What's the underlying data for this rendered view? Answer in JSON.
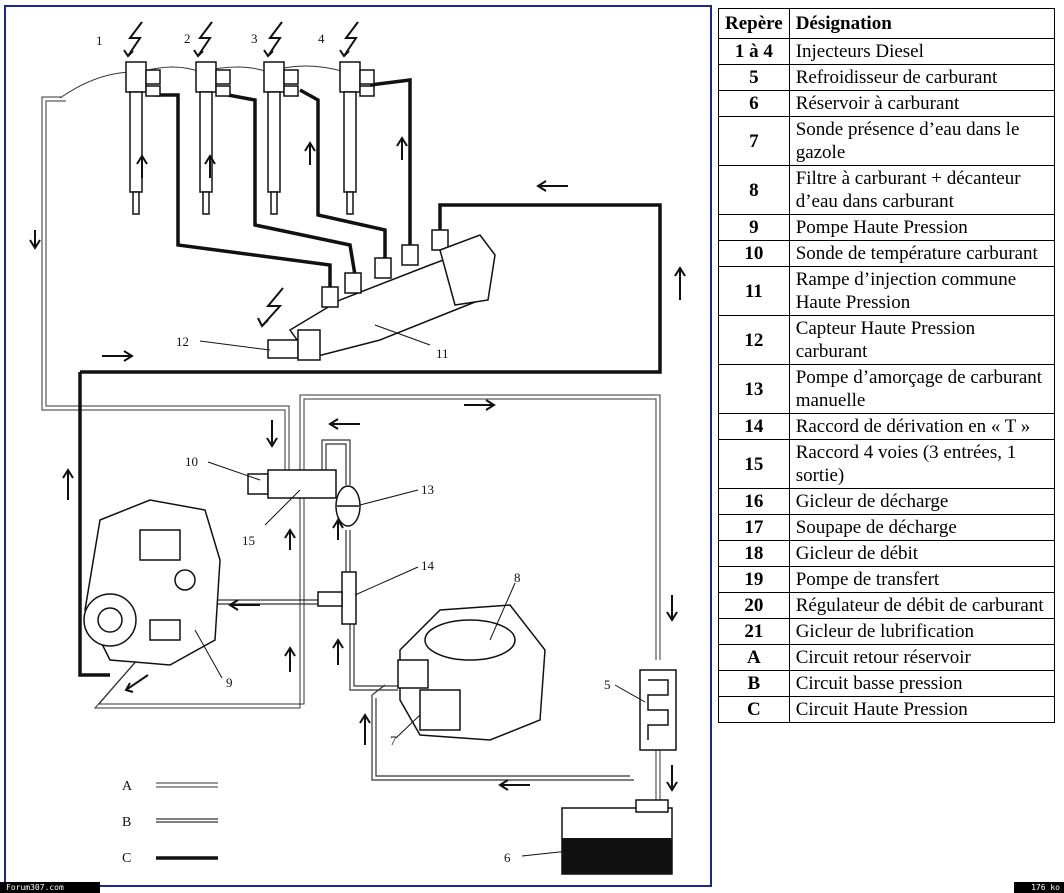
{
  "table": {
    "header": {
      "ref": "Repère",
      "designation": "Désignation"
    },
    "rows": [
      {
        "ref": "1 à 4",
        "designation": "Injecteurs Diesel"
      },
      {
        "ref": "5",
        "designation": "Refroidisseur de carburant"
      },
      {
        "ref": "6",
        "designation": "Réservoir à carburant"
      },
      {
        "ref": "7",
        "designation": "Sonde présence d’eau dans le gazole"
      },
      {
        "ref": "8",
        "designation": "Filtre à carburant + décanteur d’eau dans carburant"
      },
      {
        "ref": "9",
        "designation": "Pompe Haute Pression"
      },
      {
        "ref": "10",
        "designation": "Sonde de température carburant"
      },
      {
        "ref": "11",
        "designation": "Rampe d’injection commune Haute Pression"
      },
      {
        "ref": "12",
        "designation": "Capteur Haute Pression carburant"
      },
      {
        "ref": "13",
        "designation": "Pompe d’amorçage de carburant manuelle"
      },
      {
        "ref": "14",
        "designation": "Raccord de dérivation en « T »"
      },
      {
        "ref": "15",
        "designation": "Raccord 4 voies (3 entrées, 1 sortie)"
      },
      {
        "ref": "16",
        "designation": "Gicleur de décharge"
      },
      {
        "ref": "17",
        "designation": "Soupape de décharge"
      },
      {
        "ref": "18",
        "designation": "Gicleur de débit"
      },
      {
        "ref": "19",
        "designation": "Pompe de transfert"
      },
      {
        "ref": "20",
        "designation": "Régulateur de débit de carburant"
      },
      {
        "ref": "21",
        "designation": "Gicleur de lubrification"
      },
      {
        "ref": "A",
        "designation": "Circuit retour réservoir"
      },
      {
        "ref": "B",
        "designation": "Circuit basse pression"
      },
      {
        "ref": "C",
        "designation": "Circuit Haute Pression"
      }
    ]
  },
  "diagram": {
    "injector_labels": [
      "1",
      "2",
      "3",
      "4"
    ],
    "callouts": {
      "c5": "5",
      "c6": "6",
      "c7": "7",
      "c8": "8",
      "c9": "9",
      "c10": "10",
      "c11": "11",
      "c12": "12",
      "c13": "13",
      "c14": "14",
      "c15": "15"
    },
    "legend_letters": {
      "a": "A",
      "b": "B",
      "c": "C"
    }
  },
  "footer": {
    "left": "Forum307.com",
    "right": "176 ko"
  },
  "colors": {
    "frame": "#1a2a8a",
    "line": "#111111",
    "tank_fill": "#111111"
  }
}
